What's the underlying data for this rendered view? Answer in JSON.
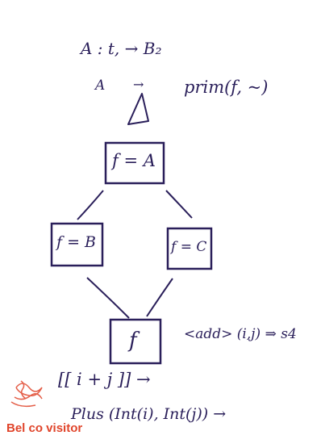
{
  "header": {
    "line1": "A : t, → B₂",
    "line2_left": "A",
    "line2_arrow": "→",
    "line2_right": "prim(f, ~)"
  },
  "lattice": {
    "top_node": "f = A",
    "left_node": "f = B",
    "right_node": "f = C",
    "bottom_node": "f"
  },
  "annotations": {
    "right_of_bottom": "<add> (i,j) ⇒ s4",
    "bracket_expr": "[[ i + j ]] →",
    "plus_expr": "Plus (Int(i), Int(j)) →"
  },
  "stamp": {
    "text": "Bel co visitor",
    "color": "#e0442a"
  },
  "colors": {
    "ink": "#2a1f5a",
    "stamp": "#e0442a"
  }
}
